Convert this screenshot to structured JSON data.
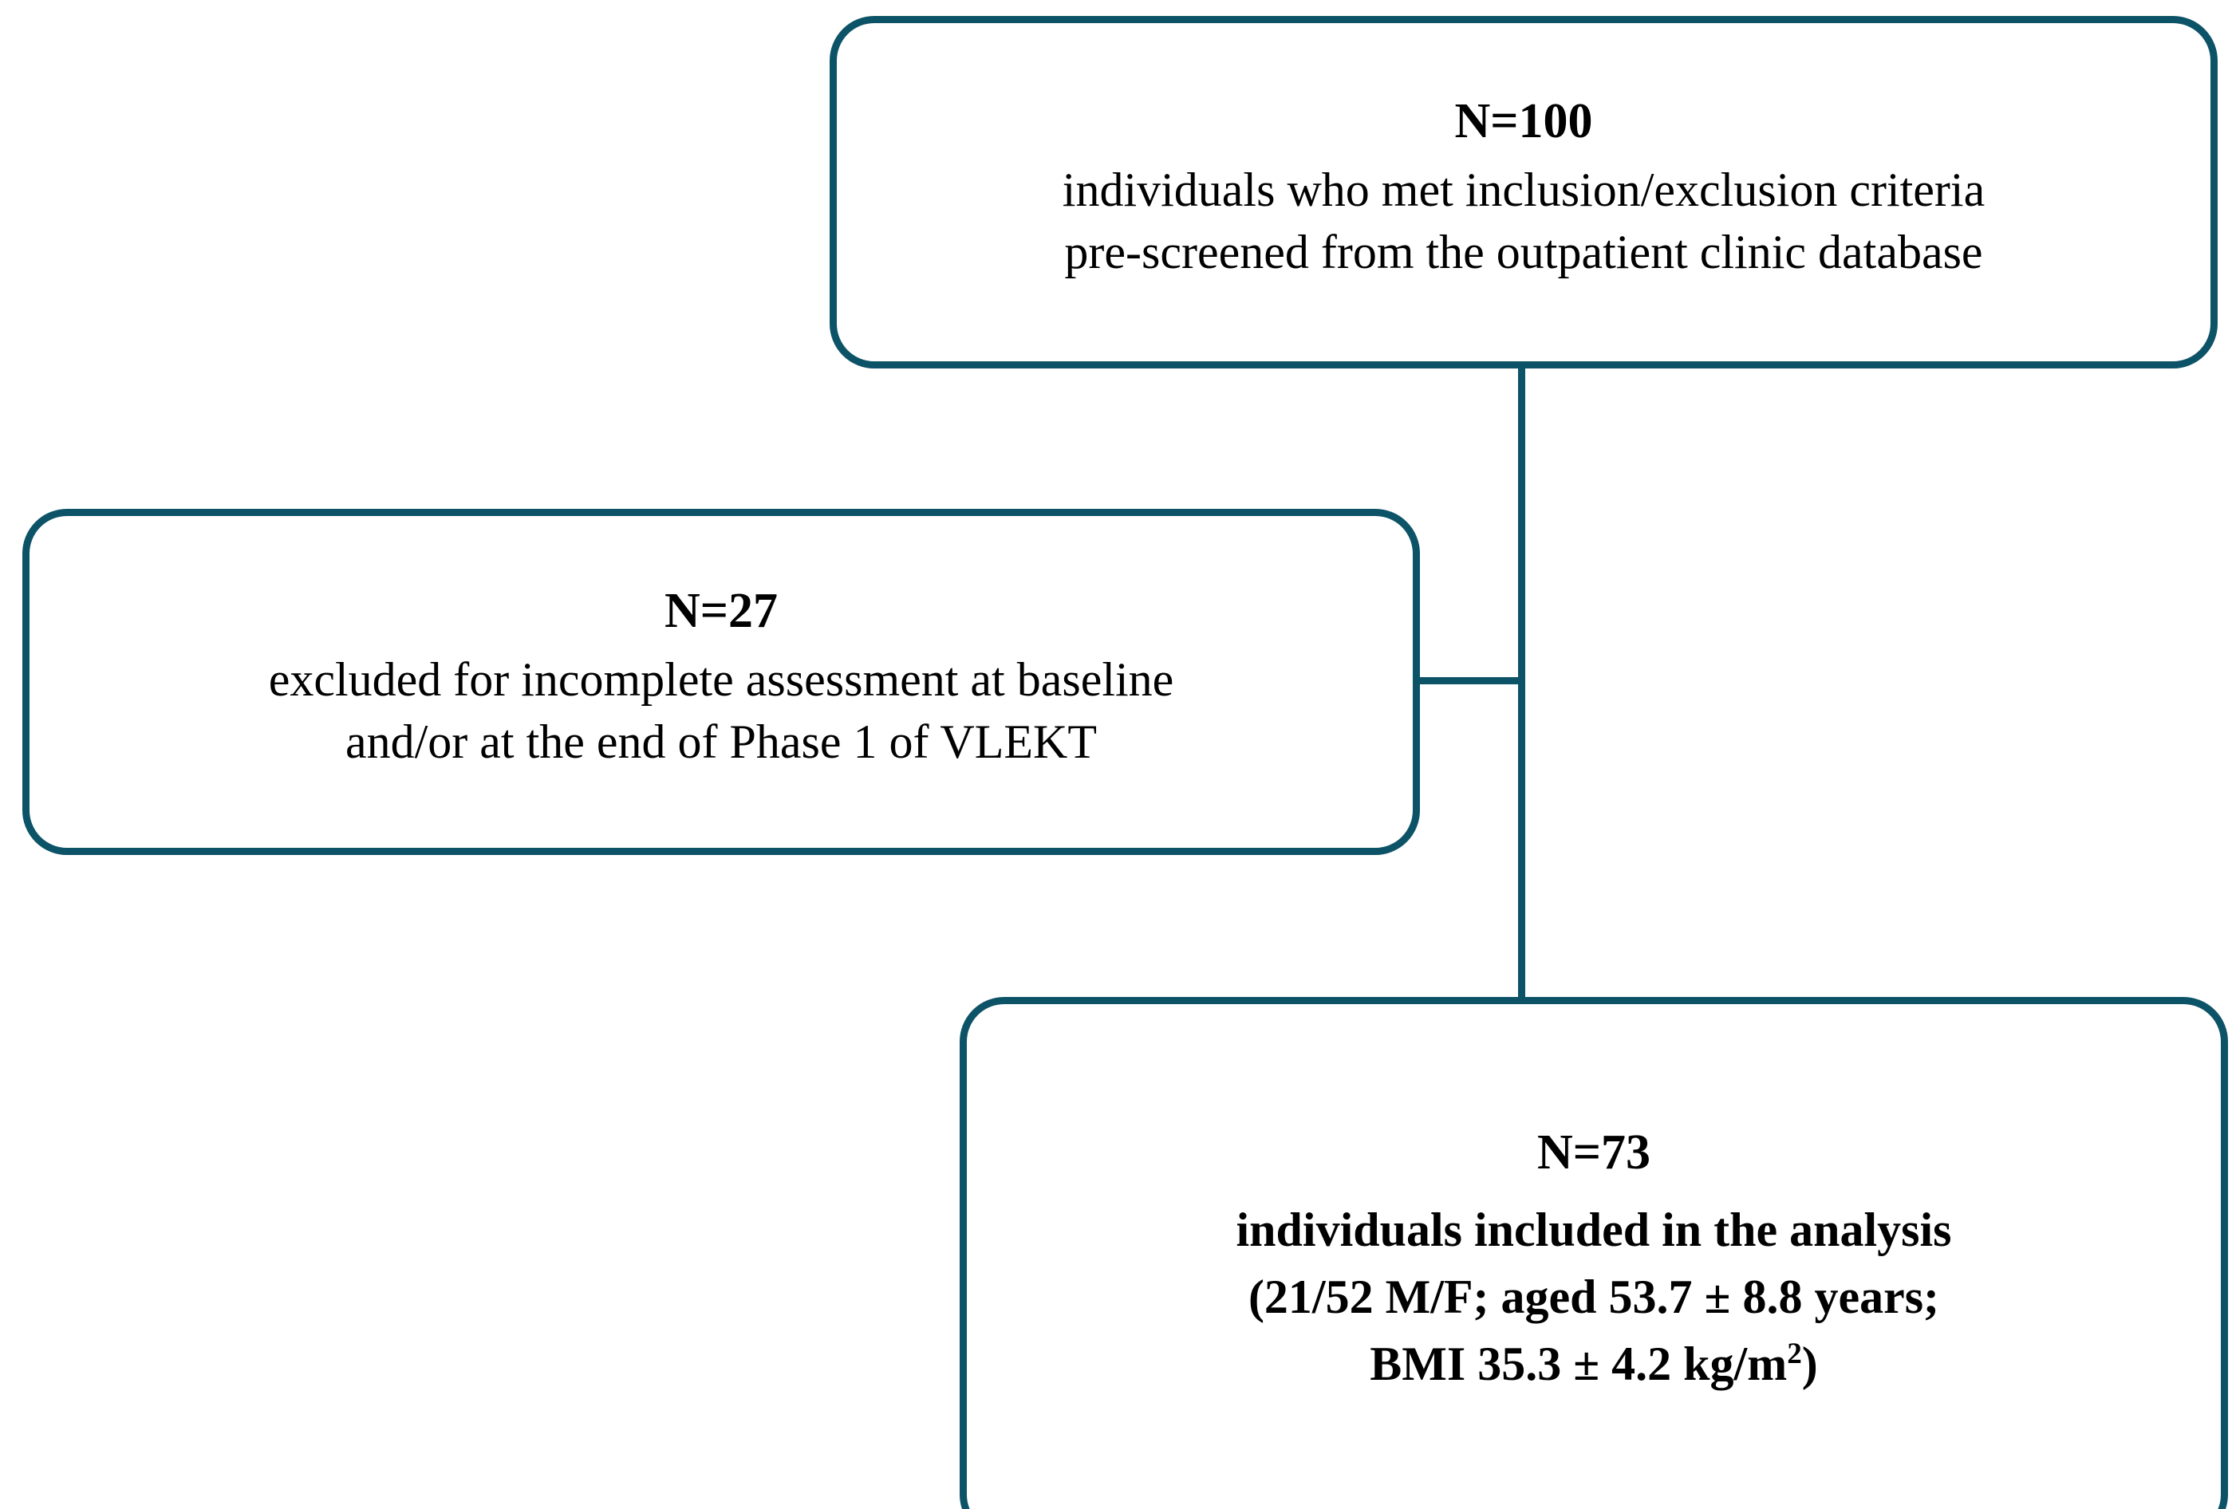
{
  "diagram": {
    "type": "participant-flow-chart",
    "accent_color": "#0d5367",
    "text_color": "#000000",
    "background_color": "#ffffff",
    "nodes": [
      {
        "id": "screened",
        "count_label": "N=100",
        "lines": [
          "individuals who met inclusion/exclusion criteria",
          "pre-screened from the outpatient clinic database"
        ]
      },
      {
        "id": "excluded",
        "count_label": "N=27",
        "lines": [
          "excluded for incomplete assessment at baseline",
          "and/or at the end of Phase 1 of VLEKT"
        ]
      },
      {
        "id": "analyzed",
        "count_label": "N=73",
        "lines": [
          "individuals included in the analysis",
          "(21/52 M/F; aged  53.7 ± 8.8 years;",
          "BMI 35.3 ± 4.2 kg/m"
        ],
        "superscript": "2",
        "line_tail": ")"
      }
    ]
  }
}
